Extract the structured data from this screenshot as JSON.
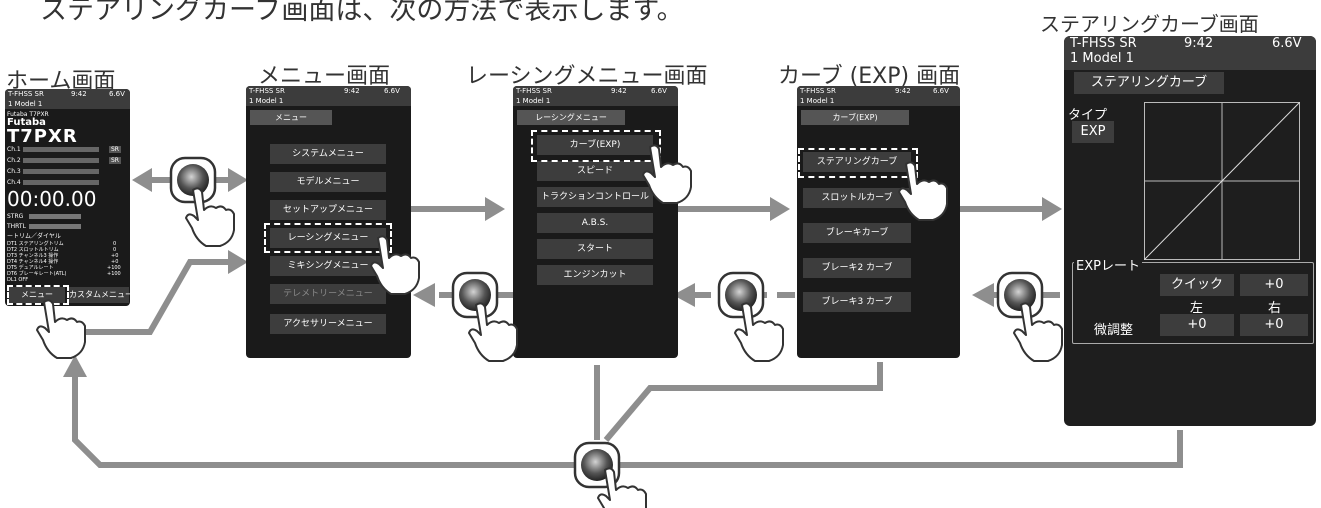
{
  "top_caption": "ステアリングカーブ画面は、次の方法で表示します。",
  "home": {
    "title": "ホーム画面",
    "status": "T-FHSS SR",
    "clock": "9:42",
    "voltage": "6.6V",
    "model": "1  Model 1",
    "maker": "Futaba T7PXR",
    "brand": "Futaba",
    "product": "T7PXR",
    "channels": [
      "Ch.1",
      "Ch.2",
      "Ch.3",
      "Ch.4"
    ],
    "channel_tags": [
      "SR",
      "SR"
    ],
    "timer": "00:00.00",
    "bars": [
      "STRG",
      "THRTL"
    ],
    "trim_header": "ートリム／ダイヤル",
    "trims": [
      {
        "label": "DT1  ステアリングトリム",
        "value": "0"
      },
      {
        "label": "DT2  スロットルトリム",
        "value": "0"
      },
      {
        "label": "DT3  チャンネル3 操作",
        "value": "+0"
      },
      {
        "label": "DT4  チャンネル4 操作",
        "value": "+0"
      },
      {
        "label": "DT5  デュアルレート",
        "value": "+100"
      },
      {
        "label": "DT6  ブレーキレート(ATL)",
        "value": "+100"
      },
      {
        "label": "DL1  OFF",
        "value": ""
      }
    ],
    "menu_btn": "メニュー",
    "custom_btn": "カスタムメニュー"
  },
  "menu": {
    "title": "メニュー画面",
    "status": "T-FHSS SR",
    "clock": "9:42",
    "voltage": "6.6V",
    "model": "1   Model 1",
    "header": "メニュー",
    "items": [
      "システムメニュー",
      "モデルメニュー",
      "セットアップメニュー",
      "レーシングメニュー",
      "ミキシングメニュー",
      "テレメトリーメニュー",
      "アクセサリーメニュー"
    ]
  },
  "racing": {
    "title": "レーシングメニュー画面",
    "status": "T-FHSS SR",
    "clock": "9:42",
    "voltage": "6.6V",
    "model": "1   Model 1",
    "header": "レーシングメニュー",
    "items": [
      "カーブ(EXP)",
      "スピード",
      "トラクションコントロール",
      "A.B.S.",
      "スタート",
      "エンジンカット"
    ]
  },
  "curve": {
    "title": "カーブ (EXP) 画面",
    "status": "T-FHSS SR",
    "clock": "9:42",
    "voltage": "6.6V",
    "model": "1   Model 1",
    "header": "カーブ(EXP)",
    "items": [
      "ステアリングカーブ",
      "スロットルカーブ",
      "ブレーキカーブ",
      "ブレーキ2 カーブ",
      "ブレーキ3 カーブ"
    ]
  },
  "steer": {
    "title": "ステアリングカーブ画面",
    "status": "T-FHSS SR",
    "clock": "9:42",
    "voltage": "6.6V",
    "model": "1   Model 1",
    "header": "ステアリングカーブ",
    "type_label": "タイプ",
    "type_value": "EXP",
    "exp_label": "EXPレート",
    "quick": "クイック",
    "quick_val": "+0",
    "left": "左",
    "right": "右",
    "fine": "微調整",
    "left_val": "+0",
    "right_val": "+0"
  },
  "colors": {
    "arrow": "#8e8e8e",
    "screen": "#1a1a1a",
    "button": "#3d3d3d"
  }
}
